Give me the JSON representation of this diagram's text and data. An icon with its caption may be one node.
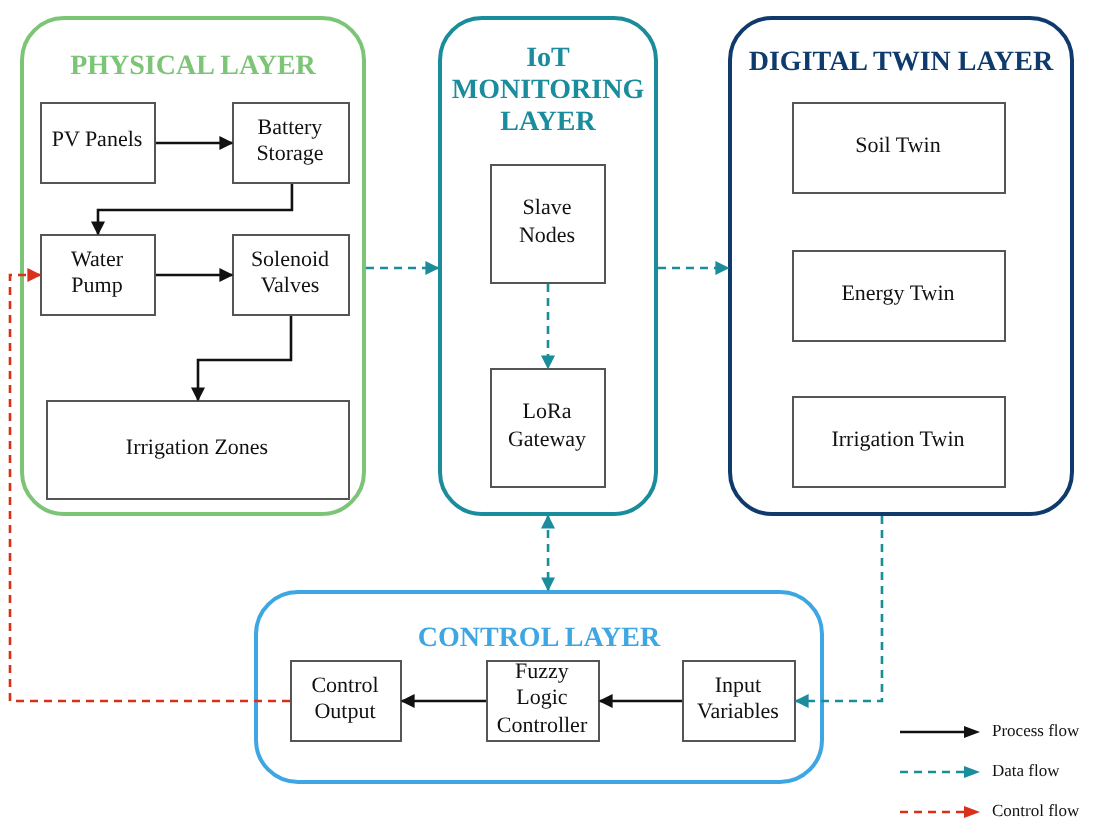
{
  "diagram": {
    "nodes": [
      {
        "text": [
          "PHYSICAL LAYER"
        ]
      },
      {
        "text": [
          "PV Panels"
        ],
        "in": 0
      },
      {
        "text": [
          "Battery Storage"
        ],
        "in": 0
      },
      {
        "text": [
          "Water Pump"
        ],
        "in": 0
      },
      {
        "text": [
          "Solenoid Valves"
        ],
        "in": 0
      },
      {
        "text": [
          "Irrigation Zones"
        ],
        "in": 0
      },
      {
        "text": [
          "IoT MONITORING LAYER"
        ]
      },
      {
        "text": [
          "Slave Nodes"
        ],
        "in": 6
      },
      {
        "text": [
          "LoRa Gateway"
        ],
        "in": 6
      },
      {
        "text": [
          "DIGITAL TWIN LAYER"
        ]
      },
      {
        "text": [
          "Soil Twin"
        ],
        "in": 9
      },
      {
        "text": [
          "Energy Twin"
        ],
        "in": 9
      },
      {
        "text": [
          "Irrigation Twin"
        ],
        "in": 9
      },
      {
        "text": [
          "CONTROL LAYER"
        ]
      },
      {
        "text": [
          "Control Output"
        ],
        "in": 13
      },
      {
        "text": [
          "Fuzzy Logic Controller"
        ],
        "in": 13
      },
      {
        "text": [
          "Input Variables"
        ],
        "in": 13
      }
    ],
    "edges": [
      {
        "from": 1,
        "to": 2,
        "arrow": "to"
      },
      {
        "from": 2,
        "to": 3,
        "arrow": "to"
      },
      {
        "from": 3,
        "to": 4,
        "arrow": "to"
      },
      {
        "from": 4,
        "to": 5,
        "arrow": "to"
      },
      {
        "from": 0,
        "to": 6,
        "arrow": "to",
        "style": "dashed",
        "color": "#1a8c9c"
      },
      {
        "from": 7,
        "to": 8,
        "arrow": "to",
        "style": "dashed",
        "color": "#1a8c9c"
      },
      {
        "from": 6,
        "to": 9,
        "arrow": "to",
        "style": "dashed",
        "color": "#1a8c9c"
      },
      {
        "from": 6,
        "to": 13,
        "arrow": "both",
        "style": "dashed",
        "color": "#1a8c9c"
      },
      {
        "from": 9,
        "to": 16,
        "arrow": "to",
        "style": "dashed",
        "color": "#1a8c9c"
      },
      {
        "from": 16,
        "to": 15,
        "arrow": "to"
      },
      {
        "from": 15,
        "to": 14,
        "arrow": "to"
      },
      {
        "from": 14,
        "to": 3,
        "arrow": "to",
        "style": "dashed",
        "color": "#d9301c"
      }
    ],
    "legend": [
      {
        "text": "Process flow"
      },
      {
        "text": "Data flow"
      },
      {
        "text": "Control flow"
      }
    ]
  }
}
